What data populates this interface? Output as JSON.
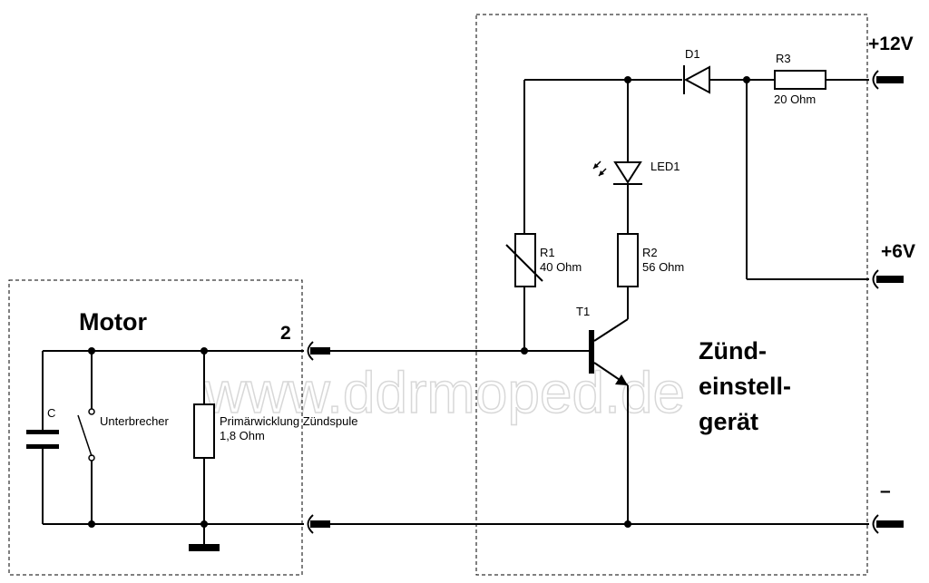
{
  "blocks": {
    "motor_title": "Motor",
    "device_title_lines": [
      "Zünd-",
      "einstell-",
      "gerät"
    ]
  },
  "terminals": {
    "plus12": "+12V",
    "plus6": "+6V",
    "minus": "–",
    "two": "2"
  },
  "components": {
    "c": "C",
    "breaker": "Unterbrecher",
    "coil_name": "Primärwicklung Zündspule",
    "coil_value": "1,8 Ohm",
    "d1": "D1",
    "r3_name": "R3",
    "r3_value": "20 Ohm",
    "led1": "LED1",
    "r1_name": "R1",
    "r1_value": "40 Ohm",
    "r2_name": "R2",
    "r2_value": "56 Ohm",
    "t1": "T1"
  },
  "watermark": "www.ddrmoped.de"
}
